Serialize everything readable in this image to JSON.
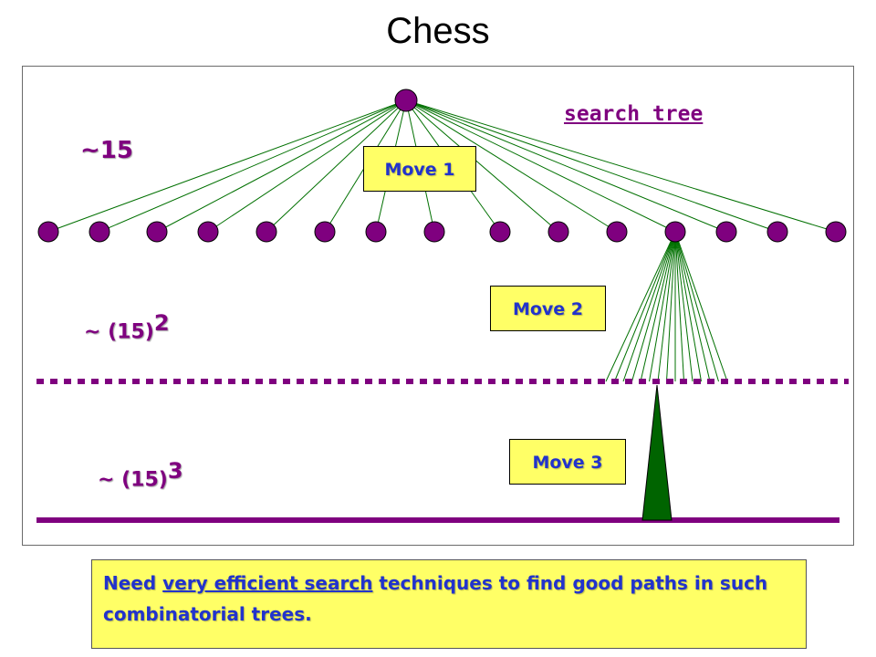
{
  "title": "Chess",
  "diagram": {
    "search_tree_label": "search tree",
    "level_labels": {
      "level1": "~15",
      "level2_base": "~ (15)",
      "level2_exp": "2",
      "level3_base": "~ (15)",
      "level3_exp": "3"
    },
    "moves": {
      "move1": "Move 1",
      "move2": "Move 2",
      "move3": "Move 3"
    },
    "colors": {
      "node": "#7f007f",
      "edge": "#007000",
      "triangle": "#006400",
      "separator": "#7f007f",
      "move_box_fill": "#ffff66",
      "move_box_text": "#2233cc"
    }
  },
  "note": {
    "prefix": "Need ",
    "emphasis": "very efficient search",
    "suffix": " techniques to find good paths in such combinatorial trees."
  }
}
